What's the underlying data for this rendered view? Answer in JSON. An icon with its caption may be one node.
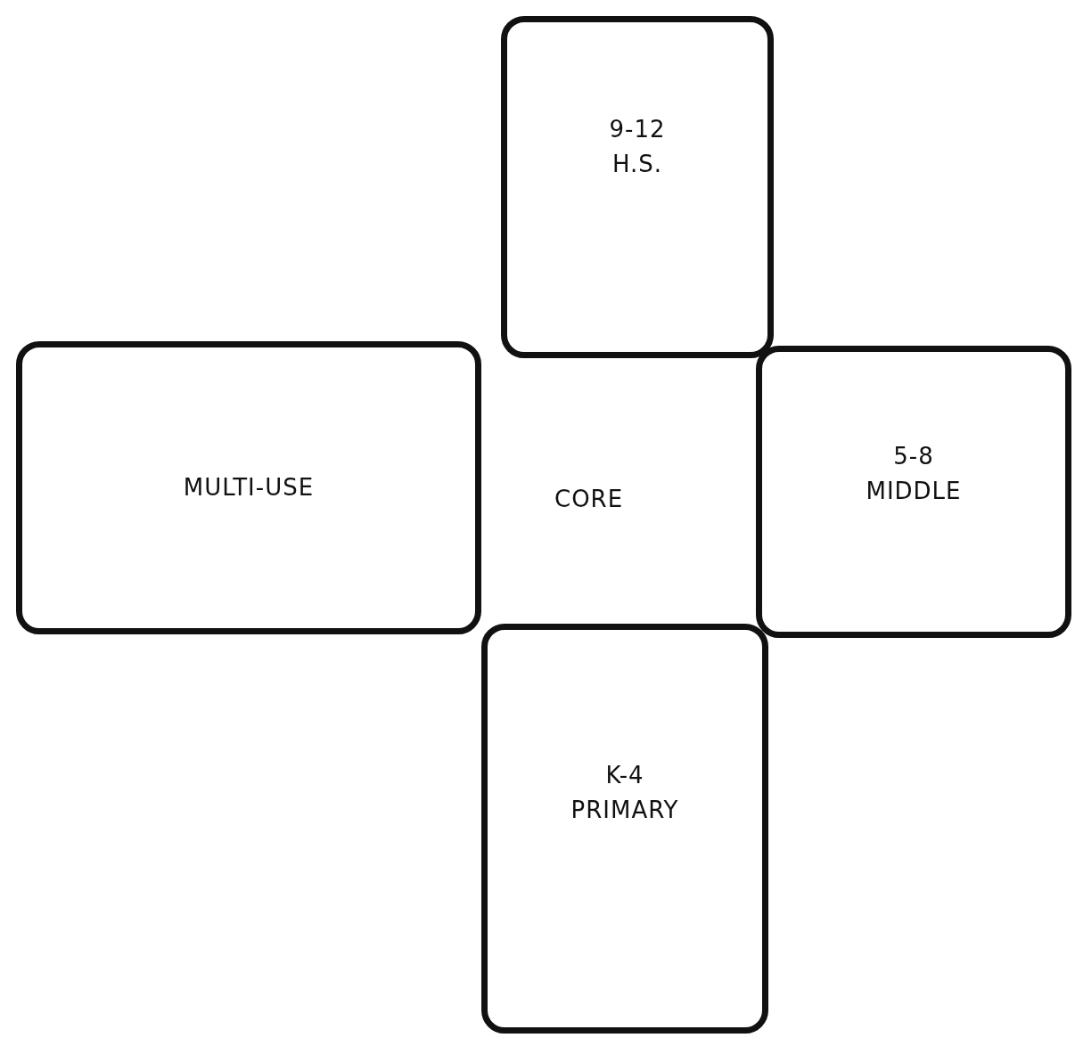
{
  "diagram": {
    "nodes": [
      {
        "text": [
          "9-12",
          "H.S."
        ]
      },
      {
        "text": [
          "MULTI-USE"
        ]
      },
      {
        "text": [
          "5-8",
          "MIDDLE"
        ]
      },
      {
        "text": [
          "K-4",
          "PRIMARY"
        ]
      }
    ],
    "labels": [
      "CORE"
    ]
  }
}
